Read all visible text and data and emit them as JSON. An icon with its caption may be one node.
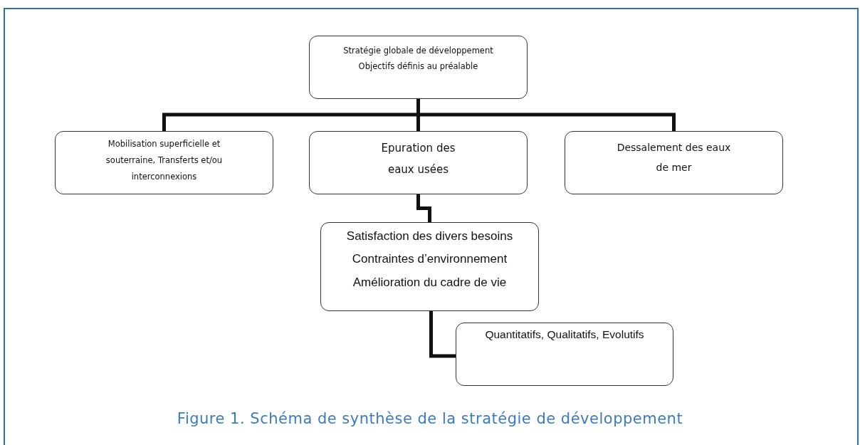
{
  "diagram": {
    "caption": "Figure 1. Schéma de synthèse de la stratégie de développement",
    "nodes": [
      {
        "text": [
          "Stratégie globale de développement",
          "Objectifs définis au préalable"
        ]
      },
      {
        "text": [
          "Mobilisation superficielle et souterraine, Transferts et/ou interconnexions"
        ]
      },
      {
        "text": [
          "Epuration des eaux usées"
        ]
      },
      {
        "text": [
          "Dessalement des eaux de mer"
        ]
      },
      {
        "text": [
          "Satisfaction des divers besoins",
          "Contraintes d’environnement",
          "Amélioration du cadre de vie"
        ]
      },
      {
        "text": [
          "Quantitatifs, Qualitatifs, Evolutifs"
        ]
      }
    ],
    "edges": [
      {
        "from": 0,
        "to": 1,
        "arrow": "none"
      },
      {
        "from": 0,
        "to": 2,
        "arrow": "none"
      },
      {
        "from": 0,
        "to": 3,
        "arrow": "none"
      },
      {
        "from": 2,
        "to": 4,
        "arrow": "none"
      },
      {
        "from": 4,
        "to": 5,
        "arrow": "none"
      }
    ]
  }
}
